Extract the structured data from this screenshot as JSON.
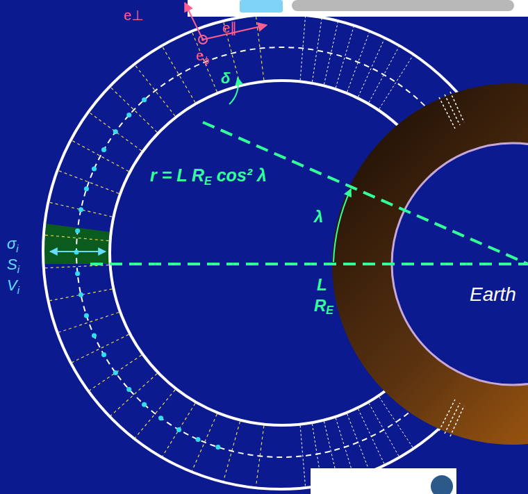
{
  "diagram": {
    "labels": [
      "e⊥",
      "e∥",
      "e",
      "ϕ",
      "δ",
      "r = L R",
      "E",
      "cos² λ",
      "λ",
      "σ",
      "i",
      "S",
      "i",
      "V",
      "i",
      "L",
      "R",
      "E",
      "Earth"
    ]
  }
}
